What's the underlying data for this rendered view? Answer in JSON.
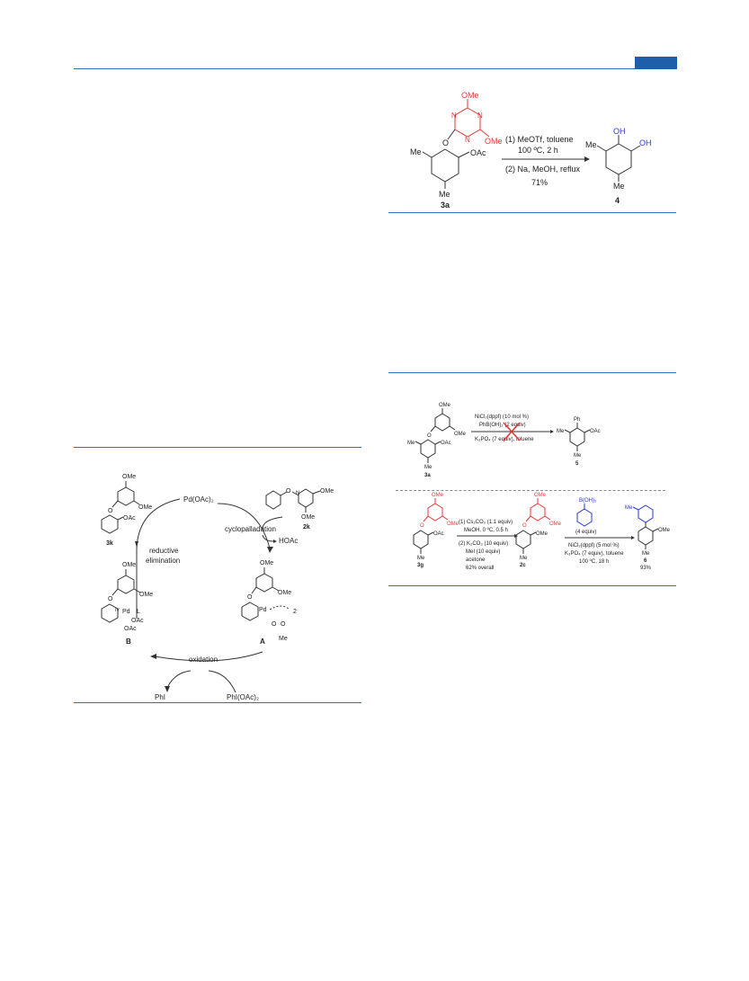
{
  "scheme_top_right": {
    "reagent_line1": "(1) MeOTf, toluene",
    "reagent_line2": "100 ºC, 2 h",
    "reagent_line3": "(2) Na, MeOH, reflux",
    "yield": "71%",
    "start_label": "3a",
    "product_label": "4",
    "start_groups": {
      "ome_top": "OMe",
      "ome_right": "OMe",
      "n": "N",
      "o": "O",
      "oac": "OAc",
      "me": "Me"
    },
    "product_groups": {
      "oh": "OH",
      "me": "Me"
    }
  },
  "scheme_mid_right": {
    "row1": {
      "cond1": "NiCl₂(dppf) (10 mol %)",
      "cond2": "PhB(OH)₂ (2 equiv)",
      "cond3": "K₃PO₄ (7 equiv), toluene",
      "start_label": "3a",
      "product_label": "5",
      "product_groups": {
        "ph": "Ph",
        "me": "Me",
        "oac": "OAc"
      }
    },
    "row2": {
      "step1_l1": "(1) Cs₂CO₃ (1.1 equiv)",
      "step1_l2": "MeOH, 0 ºC, 0.5 h",
      "step1_l3": "(2) K₂CO₃ (10 equiv)",
      "step1_l4": "MeI (10 equiv)",
      "step1_l5": "acetone",
      "step1_l6": "62% overall",
      "reagent2_name": "B(OH)₂",
      "reagent2_amount": "(4 equiv)",
      "step2_l1": "NiCl₂(dppf) (5 mol %)",
      "step2_l2": "K₃PO₄ (7 equiv), toluene",
      "step2_l3": "100 ºC, 18 h",
      "start_label": "3g",
      "mid_label": "2c",
      "product_label": "6",
      "product_yield": "93%"
    }
  },
  "cycle_scheme": {
    "pd_oac2": "Pd(OAc)₂",
    "cyclopalladation": "cyclopalladation",
    "hoac": "HOAc",
    "reductive_l1": "reductive",
    "reductive_l2": "elimination",
    "oxidation": "oxidation",
    "phi": "PhI",
    "phi_oac2": "PhI(OAc)₂",
    "label_3k": "3k",
    "label_2k": "2k",
    "label_A": "A",
    "label_B": "B",
    "pd": "Pd",
    "pd_iv": "IV",
    "l": "L",
    "two": "2",
    "ome": "OMe",
    "oac": "OAc",
    "me": "Me",
    "n": "N",
    "o": "O"
  }
}
